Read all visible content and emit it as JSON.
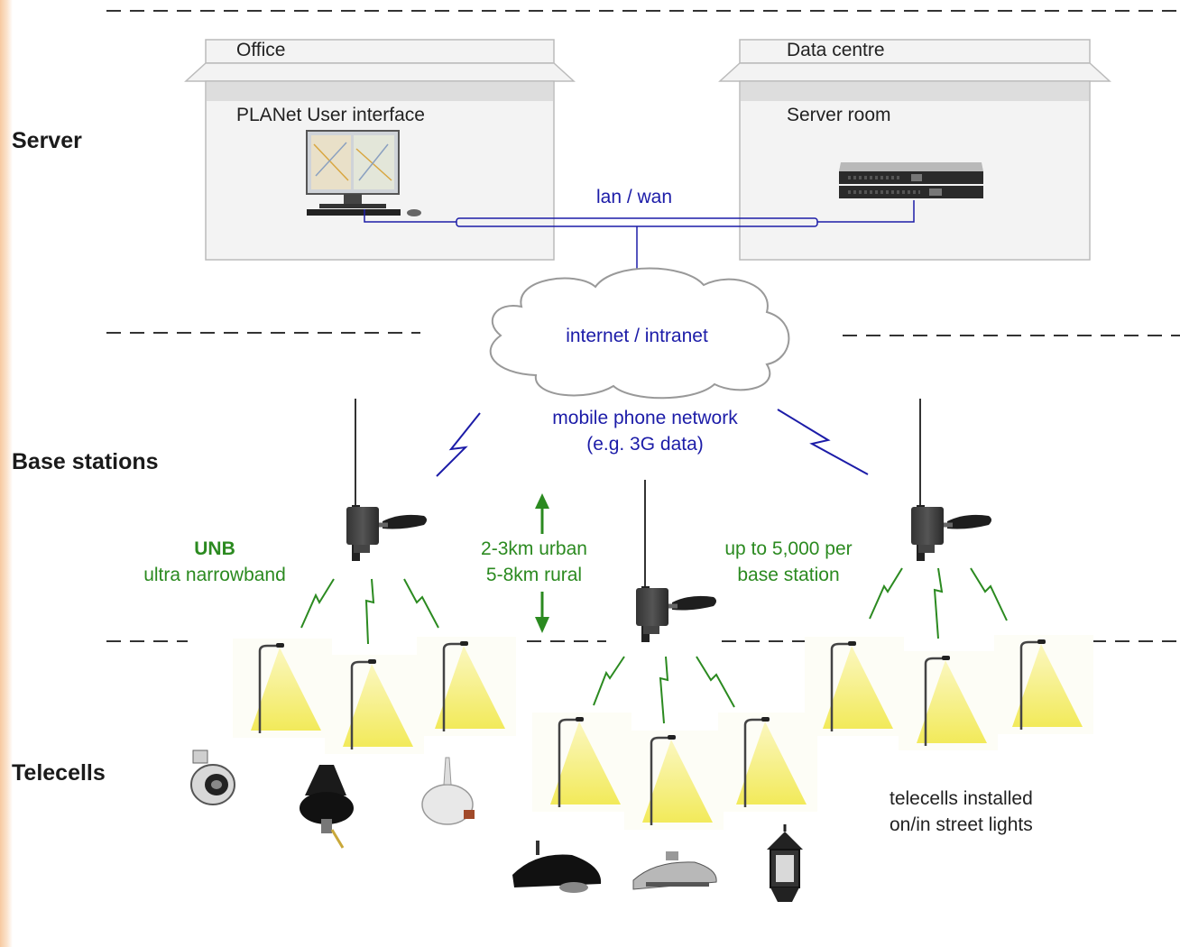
{
  "tiers": {
    "server": "Server",
    "base_stations": "Base stations",
    "telecells": "Telecells"
  },
  "buildings": {
    "office": {
      "title": "Office",
      "room": "PLANet User interface"
    },
    "data_centre": {
      "title": "Data centre",
      "room": "Server room"
    }
  },
  "network": {
    "lan": "lan / wan",
    "internet": "internet / intranet",
    "mobile_line1": "mobile phone network",
    "mobile_line2": "(e.g. 3G data)"
  },
  "radio": {
    "unb_title": "UNB",
    "unb_sub": "ultra narrowband",
    "range_line1": "2-3km urban",
    "range_line2": "5-8km rural",
    "capacity_line1": "up to 5,000 per",
    "capacity_line2": "base station"
  },
  "telecells_note": {
    "line1": "telecells installed",
    "line2": "on/in street lights"
  },
  "colors": {
    "network_blue": "#1c1ca8",
    "radio_green": "#2b8a20",
    "light_yellow": "#f4ef7a",
    "building_fill": "#f3f3f3",
    "building_band": "#dddddd"
  }
}
